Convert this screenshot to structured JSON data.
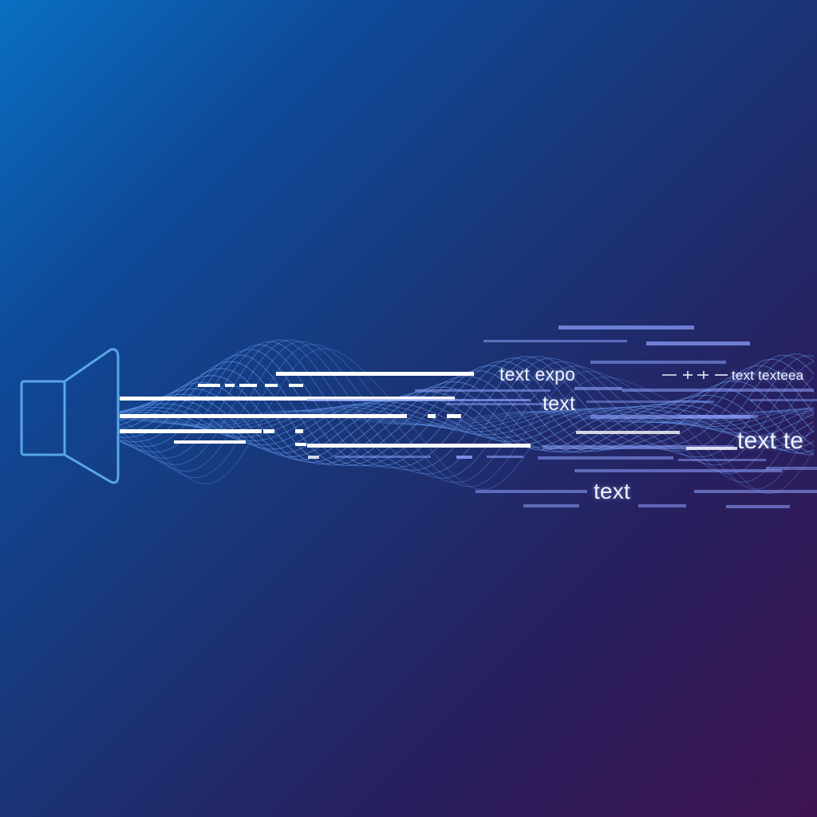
{
  "labels": {
    "text_expo": "text expo",
    "text_1": "text",
    "text_texteea": "text texteea",
    "text_te": "text te",
    "text_2": "text"
  },
  "colors": {
    "speaker_outline": "#5aa6e6",
    "wave_lines": "#6fa8ff",
    "text_bars": "#ffffff",
    "faded_bars": "#8fa4ff"
  },
  "icons": {
    "speaker": "speaker-icon"
  }
}
